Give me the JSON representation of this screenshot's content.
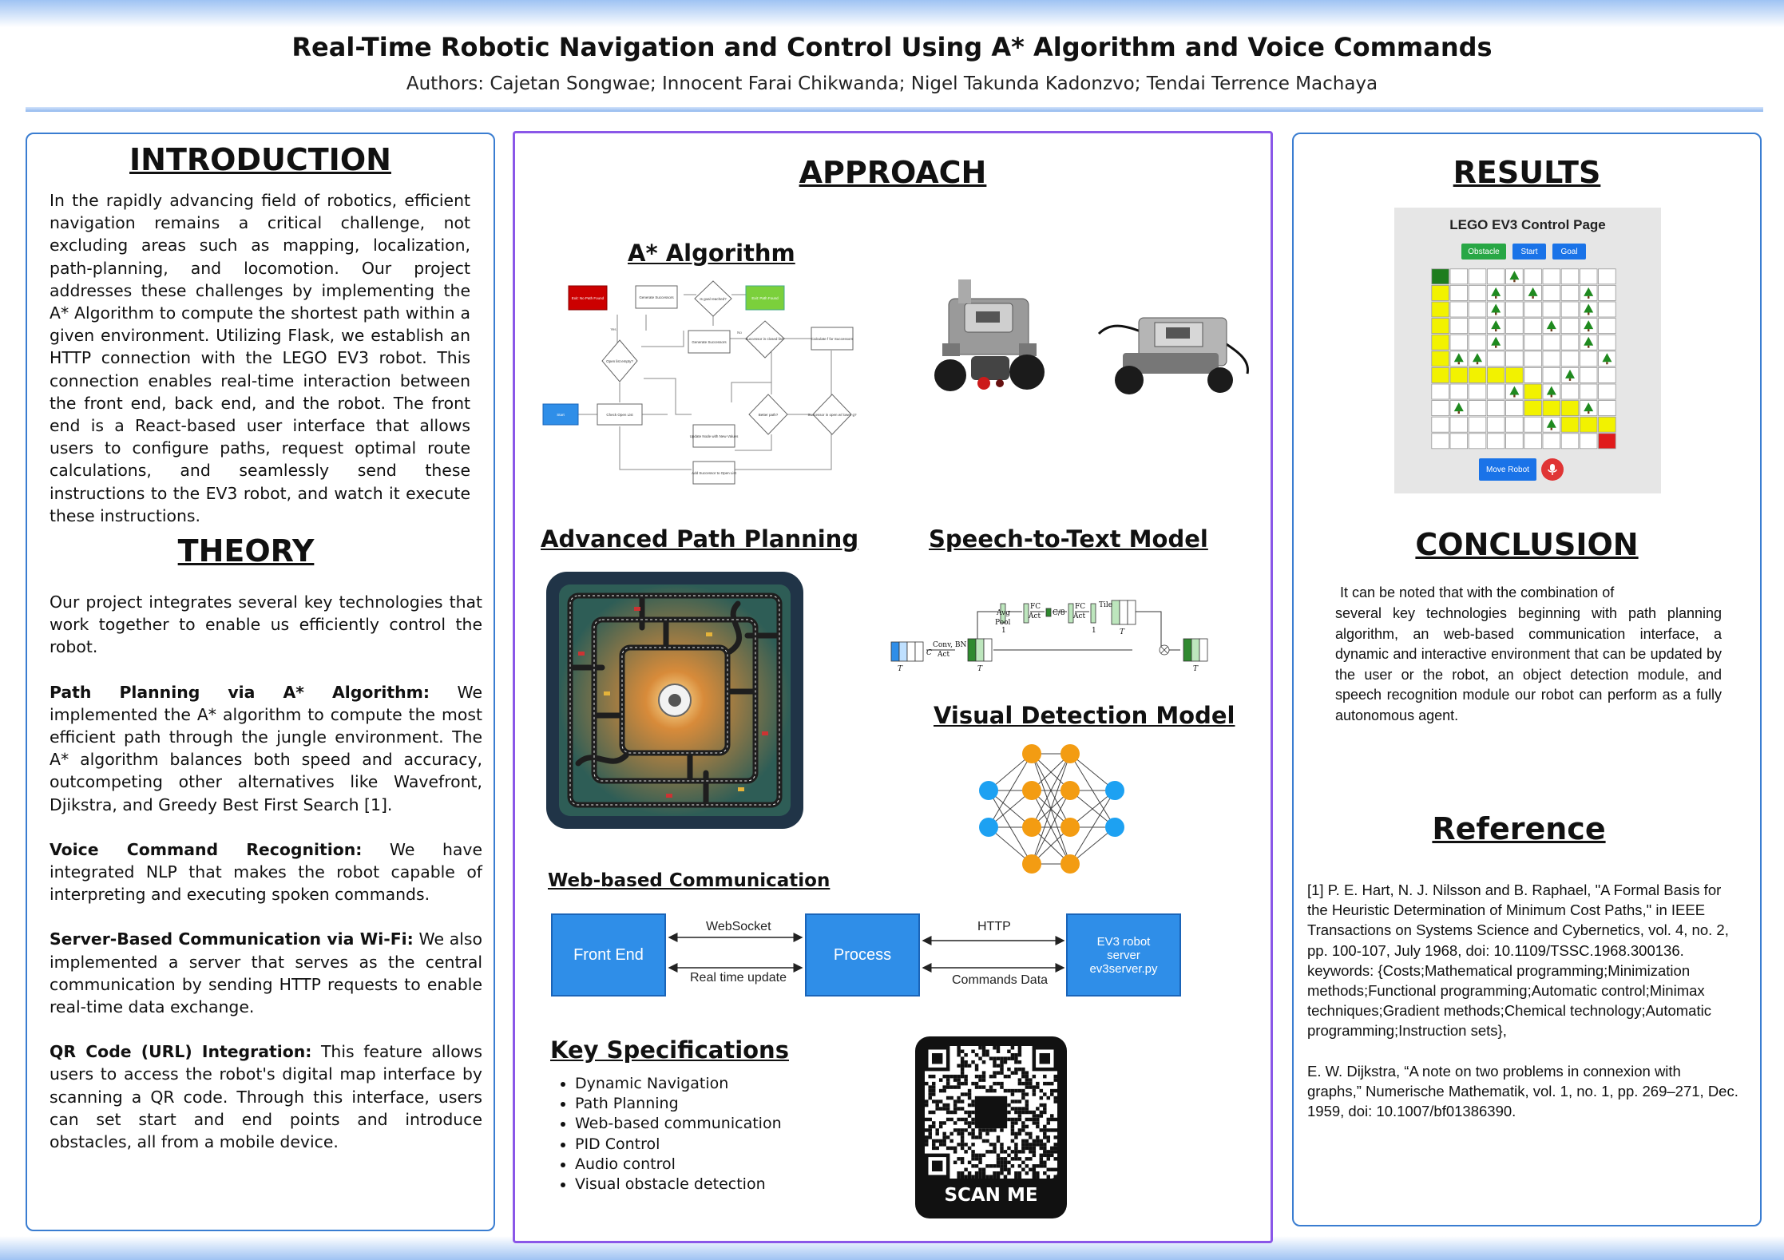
{
  "header": {
    "title": "Real-Time Robotic Navigation and Control Using A* Algorithm and Voice Commands",
    "authors": "Authors: Cajetan Songwae; Innocent Farai Chikwanda; Nigel Takunda Kadonzvo; Tendai Terrence Machaya"
  },
  "introduction": {
    "heading": "INTRODUCTION",
    "text": "In the rapidly advancing field of robotics, efficient navigation remains a critical challenge, not excluding areas such as mapping, localization, path-planning, and locomotion. Our project addresses these challenges by implementing the A* Algorithm to compute the shortest path within a given environment. Utilizing Flask, we establish an HTTP connection with the LEGO EV3 robot. This connection enables real-time interaction between the front end, back end, and the robot. The front end is a React-based user interface that allows users to configure paths, request optimal route calculations, and seamlessly send these instructions to the EV3 robot, and watch it execute these instructions."
  },
  "theory": {
    "heading": "THEORY",
    "intro": "Our project integrates several key technologies that work together to enable us efficiently control the robot.",
    "items": [
      {
        "label": "Path Planning via A* Algorithm:",
        "text": " We implemented the A* algorithm to compute the most efficient path through the jungle environment. The A* algorithm balances both speed and accuracy, outcompeting other alternatives like Wavefront, Djikstra, and Greedy Best First Search [1]."
      },
      {
        "label": "Voice Command Recognition:",
        "text": " We have integrated NLP that makes the robot capable of interpreting and executing spoken commands."
      },
      {
        "label": "Server-Based Communication via Wi-Fi:",
        "text": " We also implemented a server that serves as the central communication by sending HTTP requests to enable real-time data exchange."
      },
      {
        "label": "QR Code (URL) Integration:",
        "text": " This feature allows users to access the robot's digital map interface by scanning a QR code. Through this interface, users can set start and end points and introduce obstacles, all from a mobile device."
      }
    ]
  },
  "approach": {
    "heading": "APPROACH",
    "astar_heading": "A* Algorithm",
    "astar_flow": {
      "start": "Start",
      "not_found": "Exit: No Path Found",
      "found": "Exit: Path Found",
      "open_empty": "Open list empty?",
      "is_goal": "Is goal reached?",
      "open_list": "Check Open List",
      "generate": "Generate Successors",
      "successor_closed": "Successor in closed list?",
      "calc": "Calculate f for Successors",
      "lower_g": "Successor in open w/ lower g?",
      "update": "Update Node with New Values",
      "add_open": "Add Successor to Open List",
      "better": "Better path?",
      "yes_label": "Yes",
      "no_label": "No"
    },
    "path_planning_heading": "Advanced Path Planning",
    "speech_heading": "Speech-to-Text Model",
    "speech_diagram": {
      "conv": "Conv, BN",
      "conv_act": "Act",
      "avg": "Avg",
      "pool": "Pool",
      "fc": "FC",
      "act": "Act",
      "tile": "Tile",
      "c": "C",
      "c8": "C/8",
      "t": "T",
      "one": "1"
    },
    "visual_heading": "Visual Detection Model",
    "web_heading": "Web-based Communication",
    "web_flow": {
      "front_end": "Front End",
      "process": "Process",
      "ev3_line1": "EV3 robot",
      "ev3_line2": "server",
      "ev3_line3": "ev3server.py",
      "websocket": "WebSocket",
      "realtime": "Real time update",
      "http": "HTTP",
      "commands": "Commands Data"
    },
    "specs_heading": "Key Specifications",
    "specs": [
      "Dynamic Navigation",
      "Path Planning",
      "Web-based communication",
      "PID Control",
      "Audio control",
      "Visual obstacle detection"
    ],
    "qr_label": "SCAN ME"
  },
  "results": {
    "heading": "RESULTS",
    "page_title": "LEGO EV3 Control Page",
    "btn_obstacle": "Obstacle",
    "btn_start": "Start",
    "btn_goal": "Goal",
    "btn_move": "Move Robot",
    "mic_icon": "microphone-icon",
    "grid": [
      "S...T.....",
      "Y..T.T..T.",
      "Y..T....T.",
      "Y..T..T.T.",
      "Y..T....T.",
      "YTT......T",
      "YYYYY..T..",
      "....TYT...",
      ".T...YYYT.",
      "......TYYY",
      ".........G"
    ],
    "colors": {
      "start": "#1e7d1e",
      "goal": "#e01b1b",
      "path": "#f2f200",
      "tree": "#1f8a1f",
      "cell": "#ffffff"
    }
  },
  "conclusion": {
    "heading": "CONCLUSION",
    "line1": "It can be noted that with the combination of",
    "text": "several key technologies beginning with path planning algorithm, an web-based communication interface, a dynamic and interactive environment that can be updated by the user or the robot, an object detection module, and speech recognition module our robot can perform as a fully autonomous agent."
  },
  "reference": {
    "heading": "Reference",
    "items": [
      "[1] P. E. Hart, N. J. Nilsson and B. Raphael, \"A Formal Basis for the Heuristic Determination of Minimum Cost Paths,\" in IEEE Transactions on Systems Science and Cybernetics, vol. 4, no. 2, pp. 100-107, July 1968, doi: 10.1109/TSSC.1968.300136. keywords: {Costs;Mathematical programming;Minimization methods;Functional programming;Automatic control;Minimax techniques;Gradient methods;Chemical technology;Automatic programming;Instruction sets},",
      "E. W. Dijkstra, “A note on two problems in connexion with graphs,” Numerische Mathematik, vol. 1, no. 1, pp. 269–271, Dec. 1959, doi: 10.1007/bf01386390."
    ]
  }
}
